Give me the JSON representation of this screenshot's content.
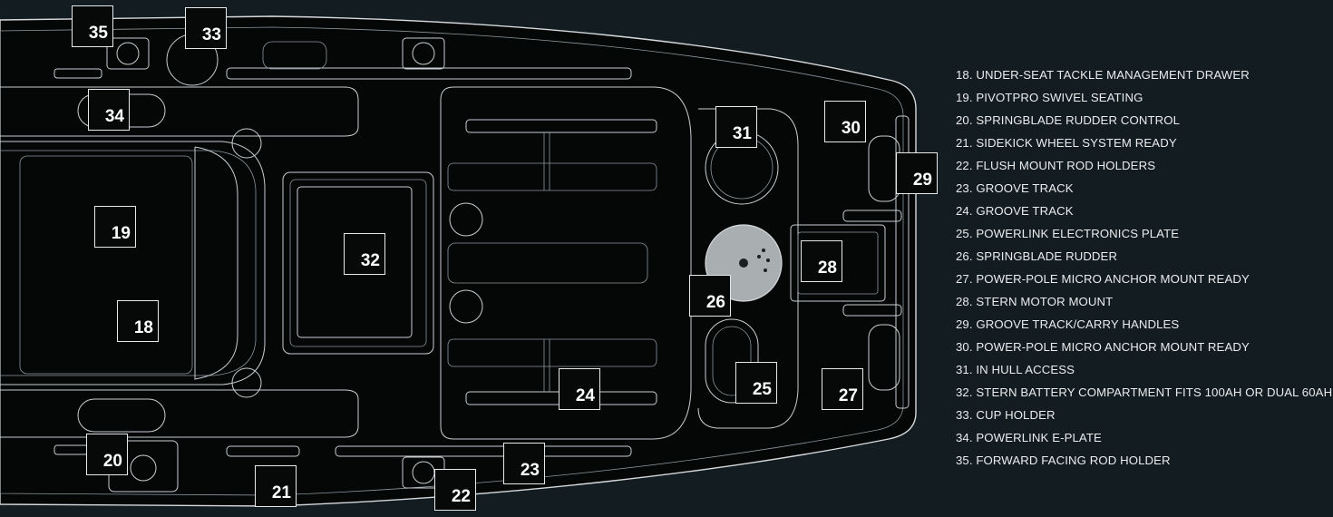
{
  "callouts": [
    {
      "id": "c35",
      "label": "35"
    },
    {
      "id": "c33",
      "label": "33"
    },
    {
      "id": "c34",
      "label": "34"
    },
    {
      "id": "c19",
      "label": "19"
    },
    {
      "id": "c18",
      "label": "18"
    },
    {
      "id": "c32",
      "label": "32"
    },
    {
      "id": "c31",
      "label": "31"
    },
    {
      "id": "c30",
      "label": "30"
    },
    {
      "id": "c29",
      "label": "29"
    },
    {
      "id": "c28",
      "label": "28"
    },
    {
      "id": "c26",
      "label": "26"
    },
    {
      "id": "c25",
      "label": "25"
    },
    {
      "id": "c27",
      "label": "27"
    },
    {
      "id": "c24",
      "label": "24"
    },
    {
      "id": "c20",
      "label": "20"
    },
    {
      "id": "c21",
      "label": "21"
    },
    {
      "id": "c22",
      "label": "22"
    },
    {
      "id": "c23",
      "label": "23"
    }
  ],
  "legend": [
    "18. UNDER-SEAT TACKLE MANAGEMENT DRAWER",
    "19. PIVOTPRO SWIVEL SEATING",
    "20. SPRINGBLADE RUDDER CONTROL",
    "21. SIDEKICK WHEEL SYSTEM READY",
    "22. FLUSH MOUNT ROD HOLDERS",
    "23. GROOVE TRACK",
    "24. GROOVE TRACK",
    "25. POWERLINK ELECTRONICS PLATE",
    "26. SPRINGBLADE RUDDER",
    "27. POWER-POLE MICRO ANCHOR MOUNT READY",
    "28. STERN MOTOR MOUNT",
    "29. GROOVE TRACK/CARRY HANDLES",
    "30. POWER-POLE MICRO ANCHOR MOUNT READY",
    "31. IN HULL ACCESS",
    "32. STERN BATTERY COMPARTMENT FITS 100AH OR DUAL 60AH",
    "33. CUP HOLDER",
    "34. POWERLINK E-PLATE",
    "35. FORWARD FACING ROD HOLDER"
  ],
  "colors": {
    "background": "#131c21",
    "hull": "#050707",
    "line": "#c9ced1",
    "label": "#ffffff"
  }
}
